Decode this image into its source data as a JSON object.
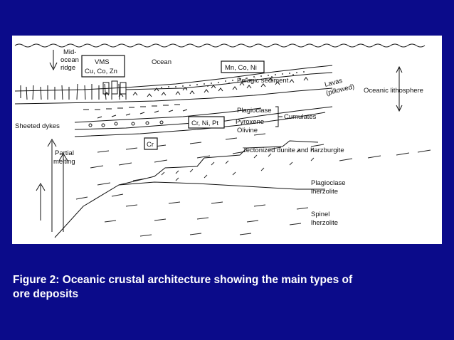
{
  "colors": {
    "slide_background": "#0b0b8a",
    "caption_text": "#ffffff",
    "panel_background": "#ffffff",
    "ink": "#111111"
  },
  "diagram": {
    "labels": {
      "mid_ocean_ridge": [
        "Mid-",
        "ocean",
        "ridge"
      ],
      "ocean": "Ocean",
      "vms_box": [
        "VMS",
        "Cu, Co, Zn"
      ],
      "mn_box": "Mn, Co, Ni",
      "pelagic_sediment": "Pelagic sediment",
      "lavas": [
        "Lavas",
        "(pillowed)"
      ],
      "oceanic_lithosphere": "Oceanic lithosphere",
      "plagioclase": "Plagioclase",
      "cumulates": "Cumulates",
      "pyroxene": "Pyroxene",
      "olivine": "Olivine",
      "cr_ni_pt_box": "Cr, Ni, Pt",
      "cr_box": "Cr",
      "sheeted_dykes": "Sheeted dykes",
      "partial_melting": [
        "Partial",
        "melting"
      ],
      "tectonized": "Tectonized dunite and harzburgite",
      "plagioclase_lherzolite": [
        "Plagioclase",
        "lherzolite"
      ],
      "spinel_lherzolite": [
        "Spinel",
        "lherzolite"
      ]
    }
  },
  "caption": {
    "line1": "Figure 2: Oceanic crustal architecture showing the main types of",
    "line2": "ore deposits"
  }
}
